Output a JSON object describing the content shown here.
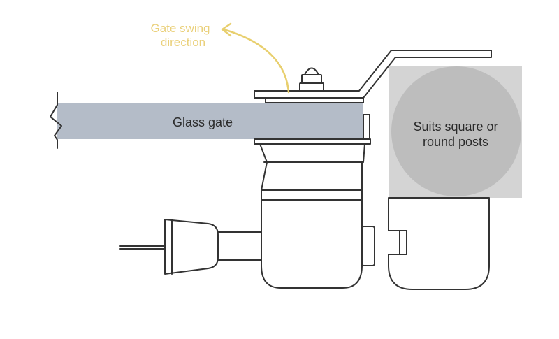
{
  "labels": {
    "swing_line1": "Gate swing",
    "swing_line2": "direction",
    "glass": "Glass gate",
    "posts_line1": "Suits square or",
    "posts_line2": "round posts"
  },
  "colors": {
    "swing_text": "#ead07a",
    "swing_arrow": "#e8cf6e",
    "glass_fill": "#b4bcc8",
    "square_post": "#d4d4d4",
    "round_post": "#bdbdbd",
    "outline": "#333333",
    "text_dark": "#2a2a2a"
  },
  "icons": {
    "swing_arrow": "curved-arrow-icon",
    "break_line": "zigzag-break-icon",
    "bolt": "bolt-nut-icon"
  }
}
